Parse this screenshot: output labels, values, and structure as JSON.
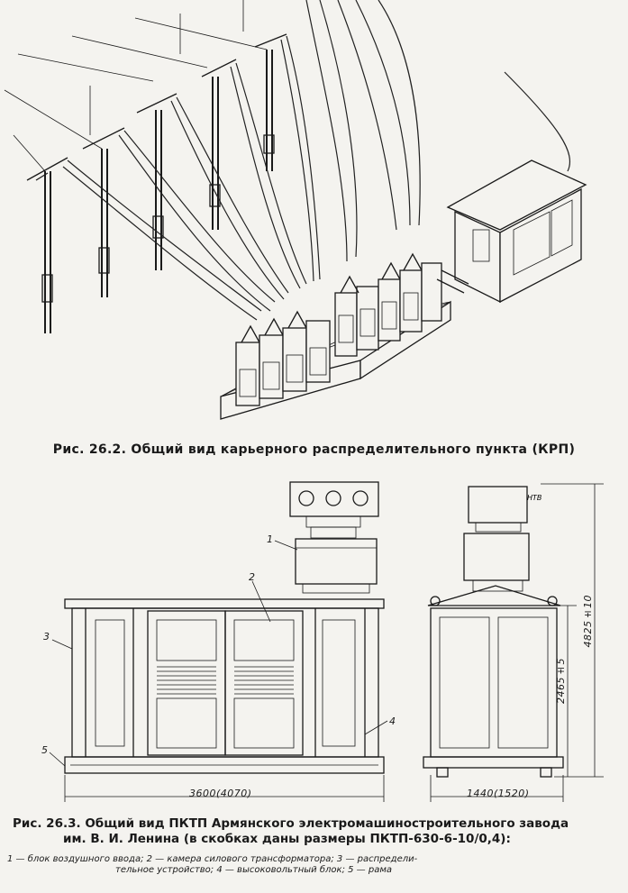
{
  "figure1": {
    "caption": "Рис. 26.2. Общий вид карьерного распределительного пункта (КРП)"
  },
  "figure2": {
    "caption_line1": "Рис. 26.3. Общий вид ПКТП Армянского электромашиностроительного завода",
    "caption_line2": "им. В. И. Ленина (в скобках даны размеры ПКТП-630-6-10/0,4):",
    "legend_line1": "1 — блок воздушного ввода; 2 — камера силового трансформатора; 3 — распредели-",
    "legend_line2": "тельное устройство; 4 — высоковольтный блок; 5 — рама",
    "labels": {
      "n1": "1",
      "n2": "2",
      "n3": "3",
      "n4": "4",
      "n5": "5"
    },
    "dimensions": {
      "width_front": "3600(4070)",
      "width_side": "1440(1520)",
      "height_mid": "2465±5",
      "height_total": "4825±10"
    }
  }
}
